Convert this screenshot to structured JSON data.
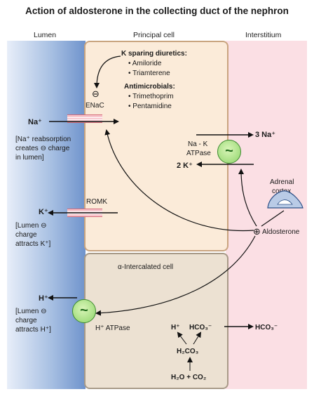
{
  "title": "Action of aldosterone in the collecting duct of the nephron",
  "columns": {
    "lumen": "Lumen",
    "principal": "Principal cell",
    "interstitium": "Interstitium"
  },
  "k_sparing": {
    "heading": "K sparing diuretics:",
    "items": [
      "Amiloride",
      "Triamterene"
    ]
  },
  "antimicrobials": {
    "heading": "Antimicrobials:",
    "items": [
      "Trimethoprim",
      "Pentamidine"
    ]
  },
  "minus_symbol": "⊖",
  "enac_label": "ENaC",
  "na_ion": "Na⁺",
  "na_note": [
    "[Na⁺ reabsorption",
    "creates ⊖ charge",
    "in lumen]"
  ],
  "pump_label": [
    "Na - K",
    "ATPase"
  ],
  "three_na": "3 Na⁺",
  "two_k": "2 K⁺",
  "adrenal": [
    "Adrenal",
    "cortex"
  ],
  "romk_label": "ROMK",
  "k_ion": "K⁺",
  "k_note": [
    "[Lumen ⊖",
    "charge",
    "attracts K⁺]"
  ],
  "aldosterone": "Aldosterone",
  "plus_symbol": "⊕",
  "alpha_label": "α-Intercalated cell",
  "h_ion": "H⁺",
  "h_note": [
    "[Lumen ⊖",
    "charge",
    "attracts H⁺]"
  ],
  "h_atpase_label": "H⁺ ATPase",
  "pump_symbol": "~",
  "h_small": "H⁺",
  "hco3": "HCO₃⁻",
  "h2co3": "H₂CO₃",
  "h2o_co2": "H₂O + CO₂",
  "hco3_out": "HCO₃⁻",
  "colors": {
    "lumen": "#7d9ed3",
    "principal": "#fbebd9",
    "alpha": "#ece1d2",
    "interstitium": "#fbdfe4",
    "pump": "#8fd46a",
    "channel": "#f8c6cd"
  }
}
